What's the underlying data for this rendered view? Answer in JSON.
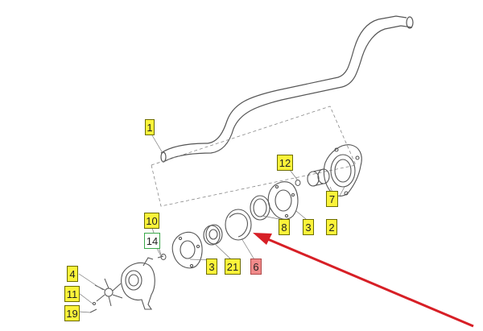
{
  "colors": {
    "callout_yellow": "#fbf33a",
    "callout_red": "#f08a8a",
    "callout_green_border": "#3aa84a",
    "arrow": "#d71f26",
    "line_art": "#555555"
  },
  "callouts": {
    "c1": "1",
    "c2": "2",
    "c3a": "3",
    "c3b": "3",
    "c4": "4",
    "c6": "6",
    "c7": "7",
    "c8": "8",
    "c10": "10",
    "c11": "11",
    "c12": "12",
    "c14": "14",
    "c19": "19",
    "c21": "21"
  }
}
